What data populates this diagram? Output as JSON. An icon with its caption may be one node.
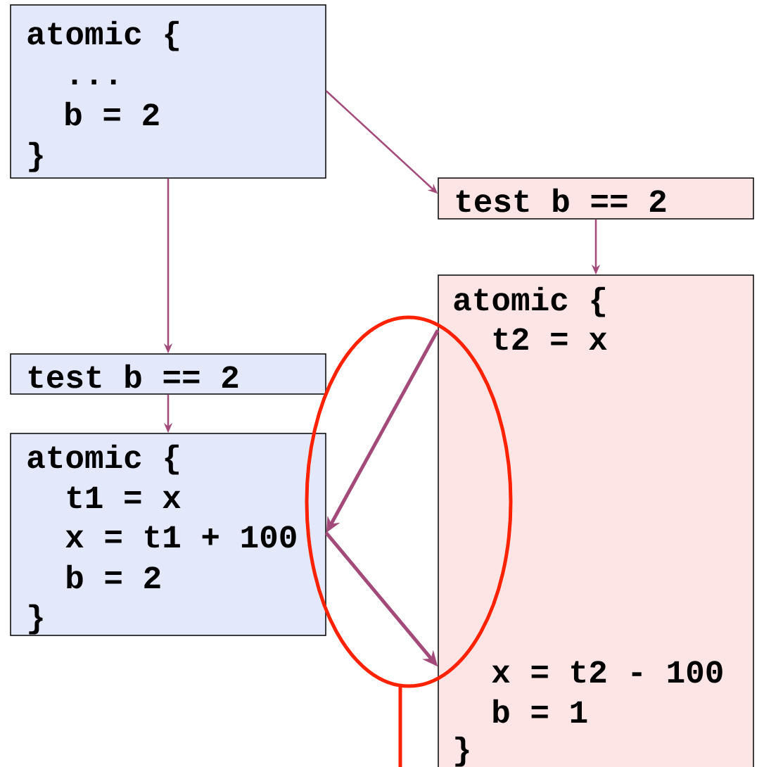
{
  "diagram": {
    "nodes": [
      {
        "text": [
          "atomic {",
          "...",
          "b = 2",
          "}"
        ]
      },
      {
        "text": [
          "test b == 2"
        ]
      },
      {
        "text": [
          "atomic {",
          "t2 = x",
          "x = t2 - 100",
          "b = 1",
          "}"
        ]
      },
      {
        "text": [
          "test b == 2"
        ]
      },
      {
        "text": [
          "atomic {",
          "t1 = x",
          "x = t1 + 100",
          "b = 2",
          "}"
        ]
      }
    ],
    "edges": [
      {
        "from": 0,
        "to": 1,
        "arrow": "to"
      },
      {
        "from": 0,
        "to": 3,
        "arrow": "to"
      },
      {
        "from": 1,
        "to": 2,
        "arrow": "to"
      },
      {
        "from": 3,
        "to": 4,
        "arrow": "to"
      },
      {
        "from": 2,
        "to": 4,
        "arrow": "to",
        "style": "thick"
      },
      {
        "from": 4,
        "to": 2,
        "arrow": "to",
        "style": "thick"
      }
    ]
  }
}
